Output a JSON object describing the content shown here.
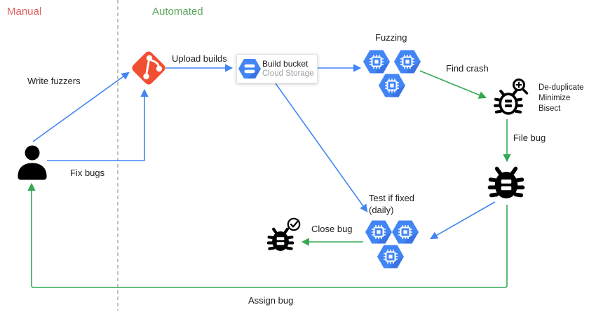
{
  "diagram": {
    "regions": {
      "manual_label": "Manual",
      "automated_label": "Automated"
    },
    "edges": {
      "write_fuzzers": "Write fuzzers",
      "fix_bugs": "Fix bugs",
      "upload_builds": "Upload builds",
      "fuzzing": "Fuzzing",
      "find_crash": "Find crash",
      "file_bug": "File bug",
      "test_if_fixed_line1": "Test if fixed",
      "test_if_fixed_line2": "(daily)",
      "close_bug": "Close bug",
      "assign_bug": "Assign bug",
      "dedupe_line1": "De-duplicate",
      "dedupe_line2": "Minimize",
      "dedupe_line3": "Bisect"
    },
    "build_bucket": {
      "title": "Build bucket",
      "subtitle": "Cloud Storage"
    },
    "icons": [
      "developer-person-icon",
      "git-icon",
      "cloud-storage-icon",
      "compute-engine-hexagon-icon",
      "bug-search-icon",
      "bug-icon",
      "bug-fixed-icon"
    ],
    "colors": {
      "manual_red": "#DE5F5A",
      "automated_green": "#5EA65C",
      "arrow_blue": "#4285F4",
      "arrow_green": "#34A853",
      "git_orange": "#F14E32",
      "hexagon_blue": "#4285F4",
      "hexagon_shadow": "#2A56C6",
      "separator_gray": "#9E9E9E"
    }
  }
}
